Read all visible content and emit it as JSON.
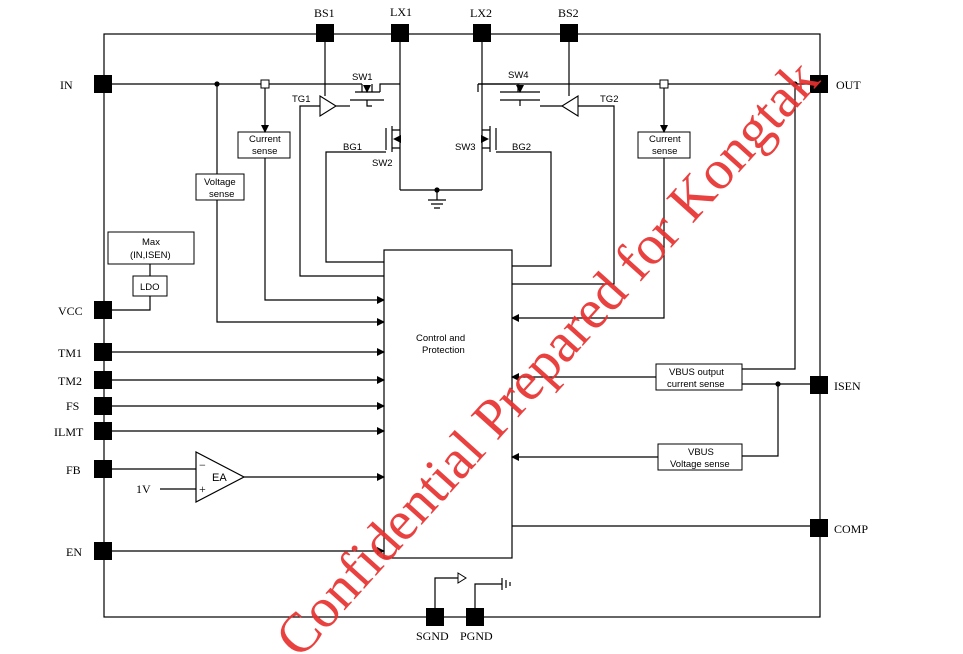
{
  "pins": {
    "bs1": "BS1",
    "lx1": "LX1",
    "lx2": "LX2",
    "bs2": "BS2",
    "in": "IN",
    "out": "OUT",
    "vcc": "VCC",
    "tm1": "TM1",
    "tm2": "TM2",
    "fs": "FS",
    "ilmt": "ILMT",
    "fb": "FB",
    "en": "EN",
    "isen": "ISEN",
    "comp": "COMP",
    "sgnd": "SGND",
    "pgnd": "PGND"
  },
  "switches": {
    "sw1": "SW1",
    "sw2": "SW2",
    "sw3": "SW3",
    "sw4": "SW4"
  },
  "gates": {
    "tg1": "TG1",
    "tg2": "TG2",
    "bg1": "BG1",
    "bg2": "BG2"
  },
  "blocks": {
    "current_sense_l1": "Current",
    "current_sense_l2": "sense",
    "current_sense_r1": "Current",
    "current_sense_r2": "sense",
    "voltage_sense_1": "Voltage",
    "voltage_sense_2": "sense",
    "max_1": "Max",
    "max_2": "(IN,ISEN)",
    "ldo": "LDO",
    "control_1": "Control and",
    "control_2": "Protection",
    "vbus_out_1": "VBUS output",
    "vbus_out_2": "current sense",
    "vbus_v_1": "VBUS",
    "vbus_v_2": "Voltage sense",
    "ea": "EA",
    "ea_minus": "−",
    "ea_plus": "+",
    "ref": "1V"
  },
  "watermark": "Confidential Prepared for Kongtak"
}
